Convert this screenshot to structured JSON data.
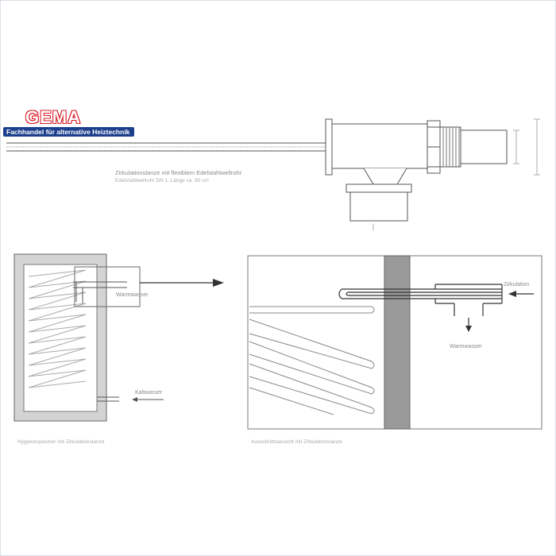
{
  "logo": {
    "brand": "GEMA",
    "tagline": "Fachhandel für alternative Heiztechnik"
  },
  "labels": {
    "flange_caption": "Zirkulationslanze mit flexiblem Edelstahlwellrohr",
    "flange_subcaption": "Edelstahlwellrohr DN 1, Länge ca. 80 cm",
    "tank_hot": "Warmwasser",
    "tank_cold": "Kaltwasser",
    "tank_caption": "Hygienespeicher mit Zirkulationslanze",
    "detail_circulation": "Zirkulation",
    "detail_hot": "Warmwasser",
    "detail_caption": "Ausschnittsansicht mit Zirkulationslanze"
  },
  "colors": {
    "brand_red": "#d9202a",
    "brand_blue": "#1b3f8c",
    "line": "#444444",
    "wall": "#9a9a9a"
  }
}
